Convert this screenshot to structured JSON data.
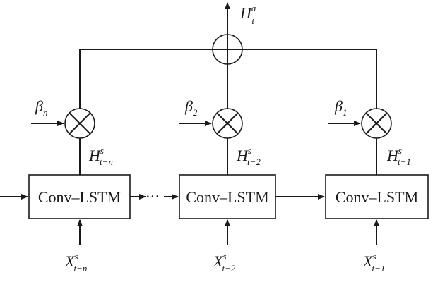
{
  "output": {
    "base": "H",
    "sup": "a",
    "sub": "t"
  },
  "cells": [
    {
      "label": "Conv–LSTM",
      "hidden": {
        "base": "H",
        "sup": "s",
        "sub": "t−n"
      },
      "input": {
        "base": "X",
        "sup": "s",
        "sub": "t−n"
      },
      "weight": {
        "base": "β",
        "sub": "n"
      }
    },
    {
      "label": "Conv–LSTM",
      "hidden": {
        "base": "H",
        "sup": "s",
        "sub": "t−2"
      },
      "input": {
        "base": "X",
        "sup": "s",
        "sub": "t−2"
      },
      "weight": {
        "base": "β",
        "sub": "2"
      }
    },
    {
      "label": "Conv–LSTM",
      "hidden": {
        "base": "H",
        "sup": "s",
        "sub": "t−1"
      },
      "input": {
        "base": "X",
        "sup": "s",
        "sub": "t−1"
      },
      "weight": {
        "base": "β",
        "sub": "1"
      }
    }
  ],
  "ellipsis": "···"
}
